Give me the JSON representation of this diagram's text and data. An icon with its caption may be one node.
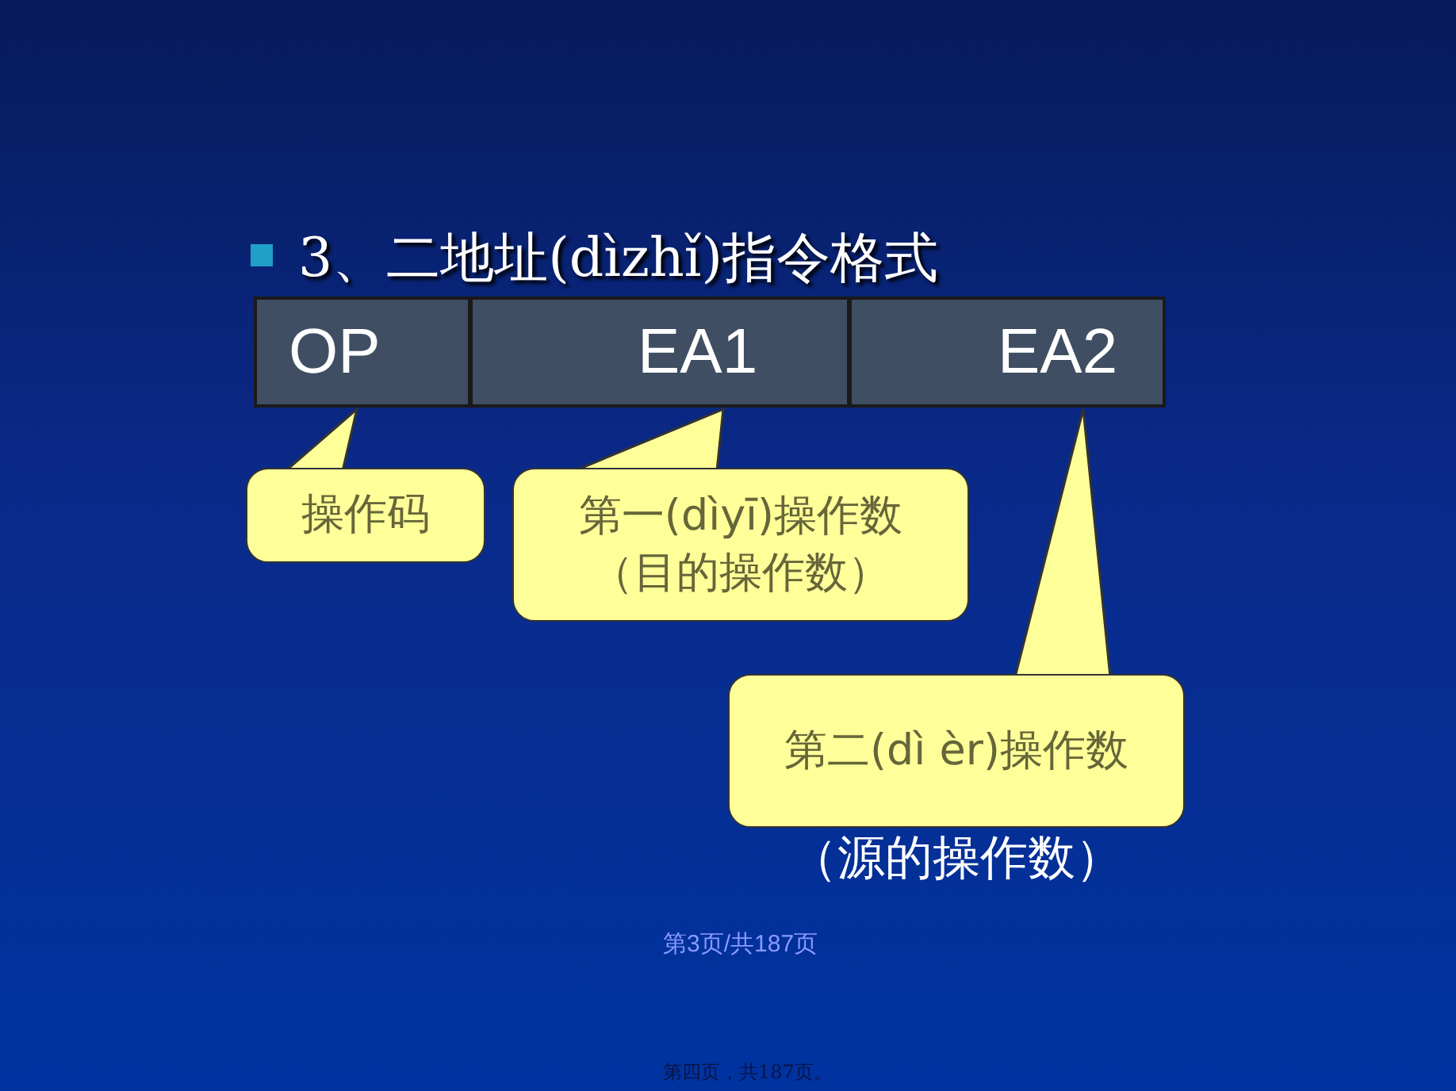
{
  "diagram": {
    "title": "3、二地址(dìzhǐ)指令格式",
    "nodes": [
      {
        "text": [
          "OP"
        ]
      },
      {
        "text": [
          "EA1"
        ]
      },
      {
        "text": [
          "EA2"
        ]
      },
      {
        "text": [
          "操作码"
        ]
      },
      {
        "text": [
          "第一(dìyī)操作数",
          "（目的操作数）"
        ]
      },
      {
        "text": [
          "第二(dì èr)操作数"
        ],
        "beside": [
          "（源的操作数）"
        ]
      }
    ],
    "edges": [
      {
        "from": 3,
        "to": 0,
        "arrow": "to"
      },
      {
        "from": 4,
        "to": 1,
        "arrow": "to"
      },
      {
        "from": 5,
        "to": 2,
        "arrow": "to"
      }
    ],
    "labels": [
      "第3页/共187页",
      "第四页，共187页。"
    ]
  }
}
